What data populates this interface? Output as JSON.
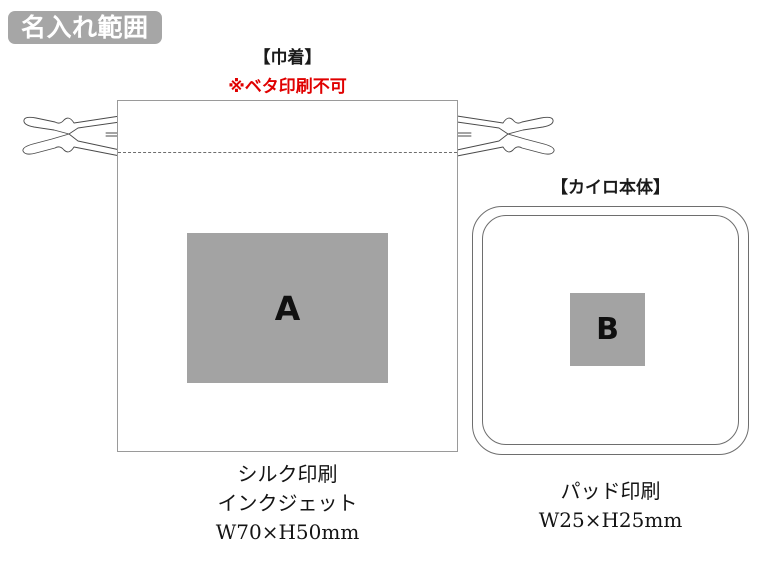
{
  "header": {
    "badge_label": "名入れ範囲"
  },
  "pouch": {
    "title": "【巾着】",
    "warning": "※ベタ印刷不可",
    "print_area_mark": "A",
    "caption_lines": [
      "シルク印刷",
      "インクジェット",
      "W70×H50mm"
    ],
    "print_methods": [
      "シルク印刷",
      "インクジェット"
    ],
    "print_size": "W70×H50mm",
    "print_size_w_mm": 70,
    "print_size_h_mm": 50,
    "drawstring_icon": "drawstring-cord"
  },
  "warmer": {
    "title": "【カイロ本体】",
    "print_area_mark": "B",
    "caption_lines": [
      "パッド印刷",
      "W25×H25mm"
    ],
    "print_methods": [
      "パッド印刷"
    ],
    "print_size": "W25×H25mm",
    "print_size_w_mm": 25,
    "print_size_h_mm": 25
  },
  "colors": {
    "badge_bg": "#a6a6a6",
    "badge_text": "#ffffff",
    "print_area_fill": "#a3a3a3",
    "warning_text": "#e00000",
    "outline": "#6e6e6e",
    "background": "#ffffff"
  }
}
